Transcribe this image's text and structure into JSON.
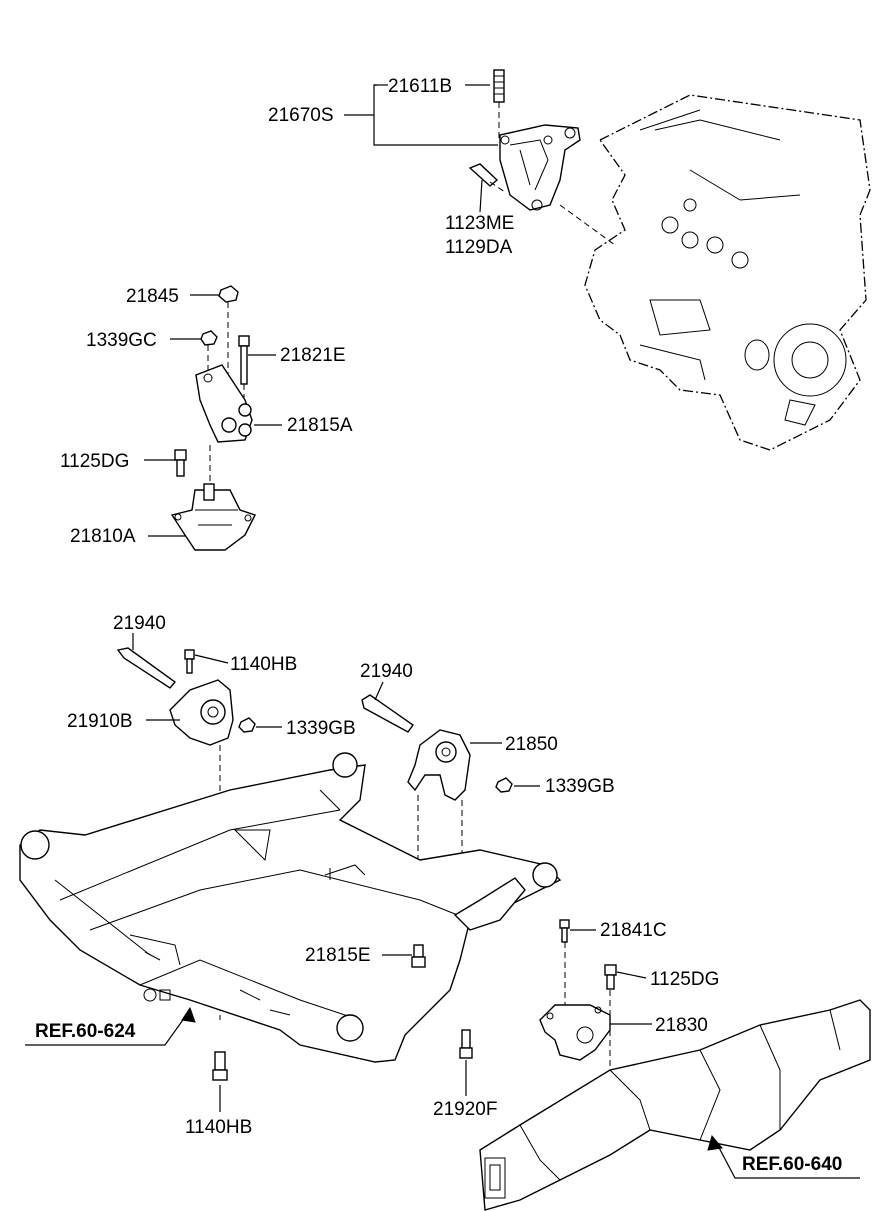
{
  "labels": {
    "p21611B": "21611B",
    "p21670S": "21670S",
    "p1123ME": "1123ME",
    "p1129DA": "1129DA",
    "p21845": "21845",
    "p1339GC": "1339GC",
    "p21821E": "21821E",
    "p21815A": "21815A",
    "p1125DG_a": "1125DG",
    "p21810A": "21810A",
    "p21940_a": "21940",
    "p1140HB_a": "1140HB",
    "p21910B": "21910B",
    "p1339GB_a": "1339GB",
    "p21940_b": "21940",
    "p21850": "21850",
    "p1339GB_b": "1339GB",
    "p21841C": "21841C",
    "p1125DG_b": "1125DG",
    "p21815E": "21815E",
    "p21830": "21830",
    "ref624": "REF.60-624",
    "p1140HB_b": "1140HB",
    "p21920F": "21920F",
    "ref640": "REF.60-640"
  }
}
